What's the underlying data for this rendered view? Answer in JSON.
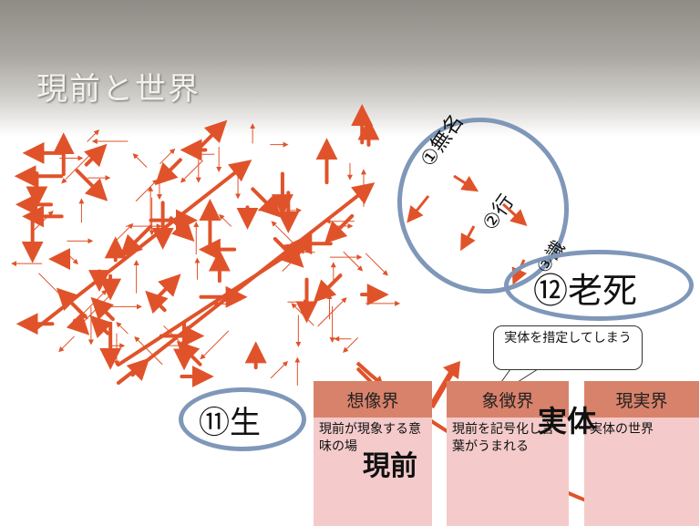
{
  "title": "現前と世界",
  "twelve_links": {
    "mumyou": "①無名",
    "gyou": "②行",
    "shiki": "③識",
    "roushi": "⑫老死",
    "shou": "⑪生"
  },
  "boxes": [
    {
      "header": "想像界",
      "body": "現前が現象する意味の場"
    },
    {
      "header": "象徴界",
      "body": "現前を記号化し言葉がうまれる"
    },
    {
      "header": "現実界",
      "body": "実体の世界"
    }
  ],
  "callout": "実体を措定してしまう",
  "label_genzen": "現前",
  "label_jittai": "実体",
  "colors": {
    "arrow": "#e0532a",
    "circle": "#7f97b8",
    "box_header": "#d9826b",
    "box_body": "#f4caca"
  }
}
